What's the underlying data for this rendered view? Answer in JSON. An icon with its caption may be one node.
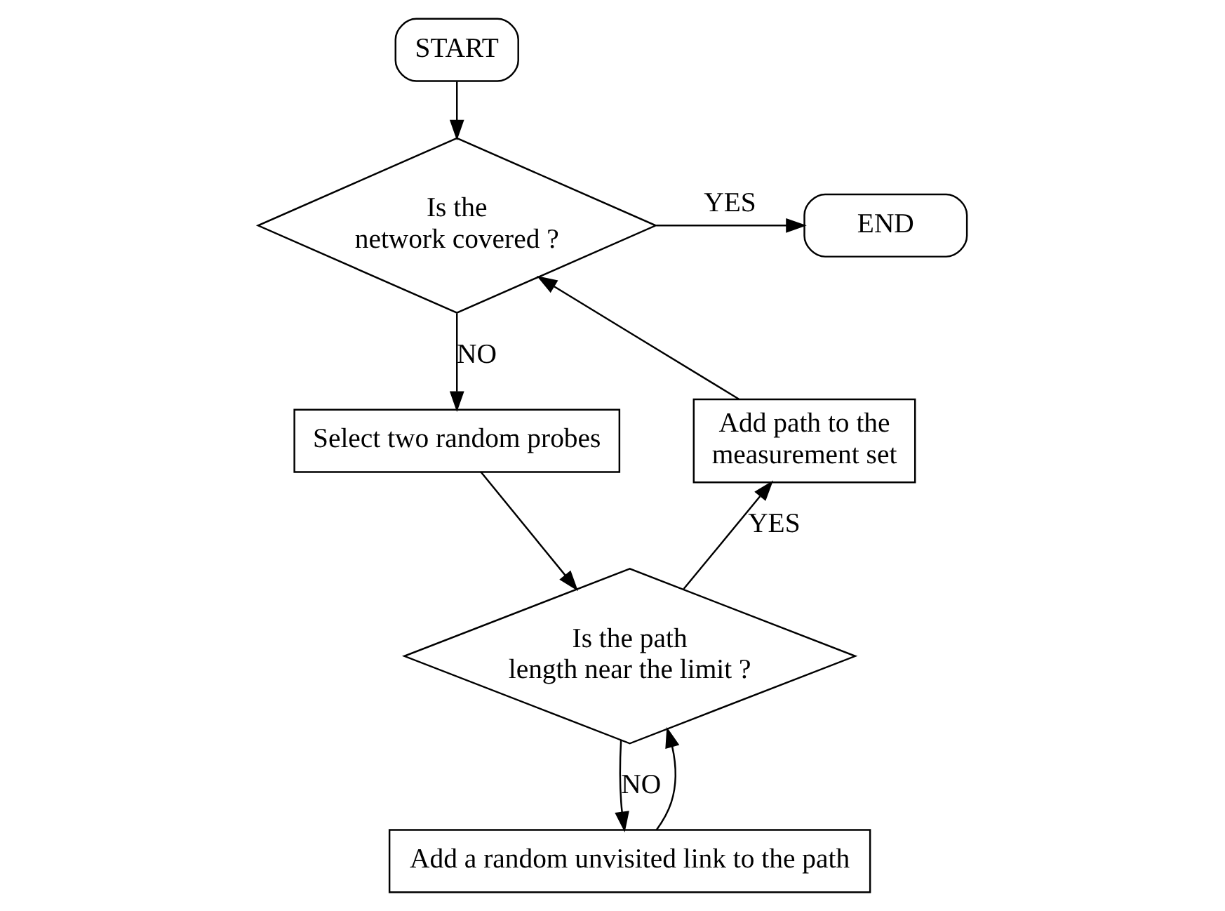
{
  "diagram": {
    "nodes": [
      {
        "text": [
          "START"
        ]
      },
      {
        "text": [
          "Is the network covered ?"
        ]
      },
      {
        "text": [
          "END"
        ]
      },
      {
        "text": [
          "Select two random probes"
        ]
      },
      {
        "text": [
          "Is the path length near the limit ?"
        ]
      },
      {
        "text": [
          "Add a random unvisited link to the path"
        ]
      },
      {
        "text": [
          "Add path to the measurement set"
        ]
      }
    ],
    "edges": [
      {
        "from": 0,
        "to": 1,
        "arrow": "to"
      },
      {
        "from": 1,
        "to": 2,
        "arrow": "to",
        "label": "YES"
      },
      {
        "from": 1,
        "to": 3,
        "arrow": "to",
        "label": "NO"
      },
      {
        "from": 3,
        "to": 4,
        "arrow": "to"
      },
      {
        "from": 4,
        "to": 5,
        "arrow": "to",
        "label": "NO"
      },
      {
        "from": 5,
        "to": 4,
        "arrow": "to"
      },
      {
        "from": 4,
        "to": 6,
        "arrow": "to",
        "label": "YES"
      },
      {
        "from": 6,
        "to": 1,
        "arrow": "to"
      }
    ]
  }
}
